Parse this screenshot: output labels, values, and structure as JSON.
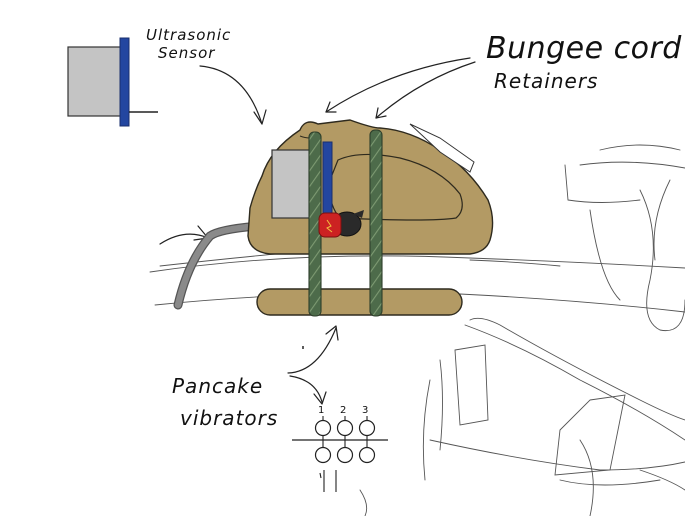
{
  "labels": {
    "sensor_line1": "Ultrasonic",
    "sensor_line2": "Sensor",
    "bungee_line1": "Bungee cord",
    "bungee_line2": "Retainers",
    "pancake_line1": "Pancake",
    "pancake_line2": "vibrators",
    "motor_num_1": "1",
    "motor_num_2": "2",
    "motor_num_3": "3"
  },
  "colors": {
    "mount_tan": "#b39a64",
    "sensor_gray": "#c4c4c4",
    "sensor_blue": "#2346a0",
    "bungee_green": "#4d6b4a",
    "cable_gray": "#8a8a8a",
    "vibrator_red": "#cc2222",
    "vibrator_black": "#2a2a2a"
  }
}
